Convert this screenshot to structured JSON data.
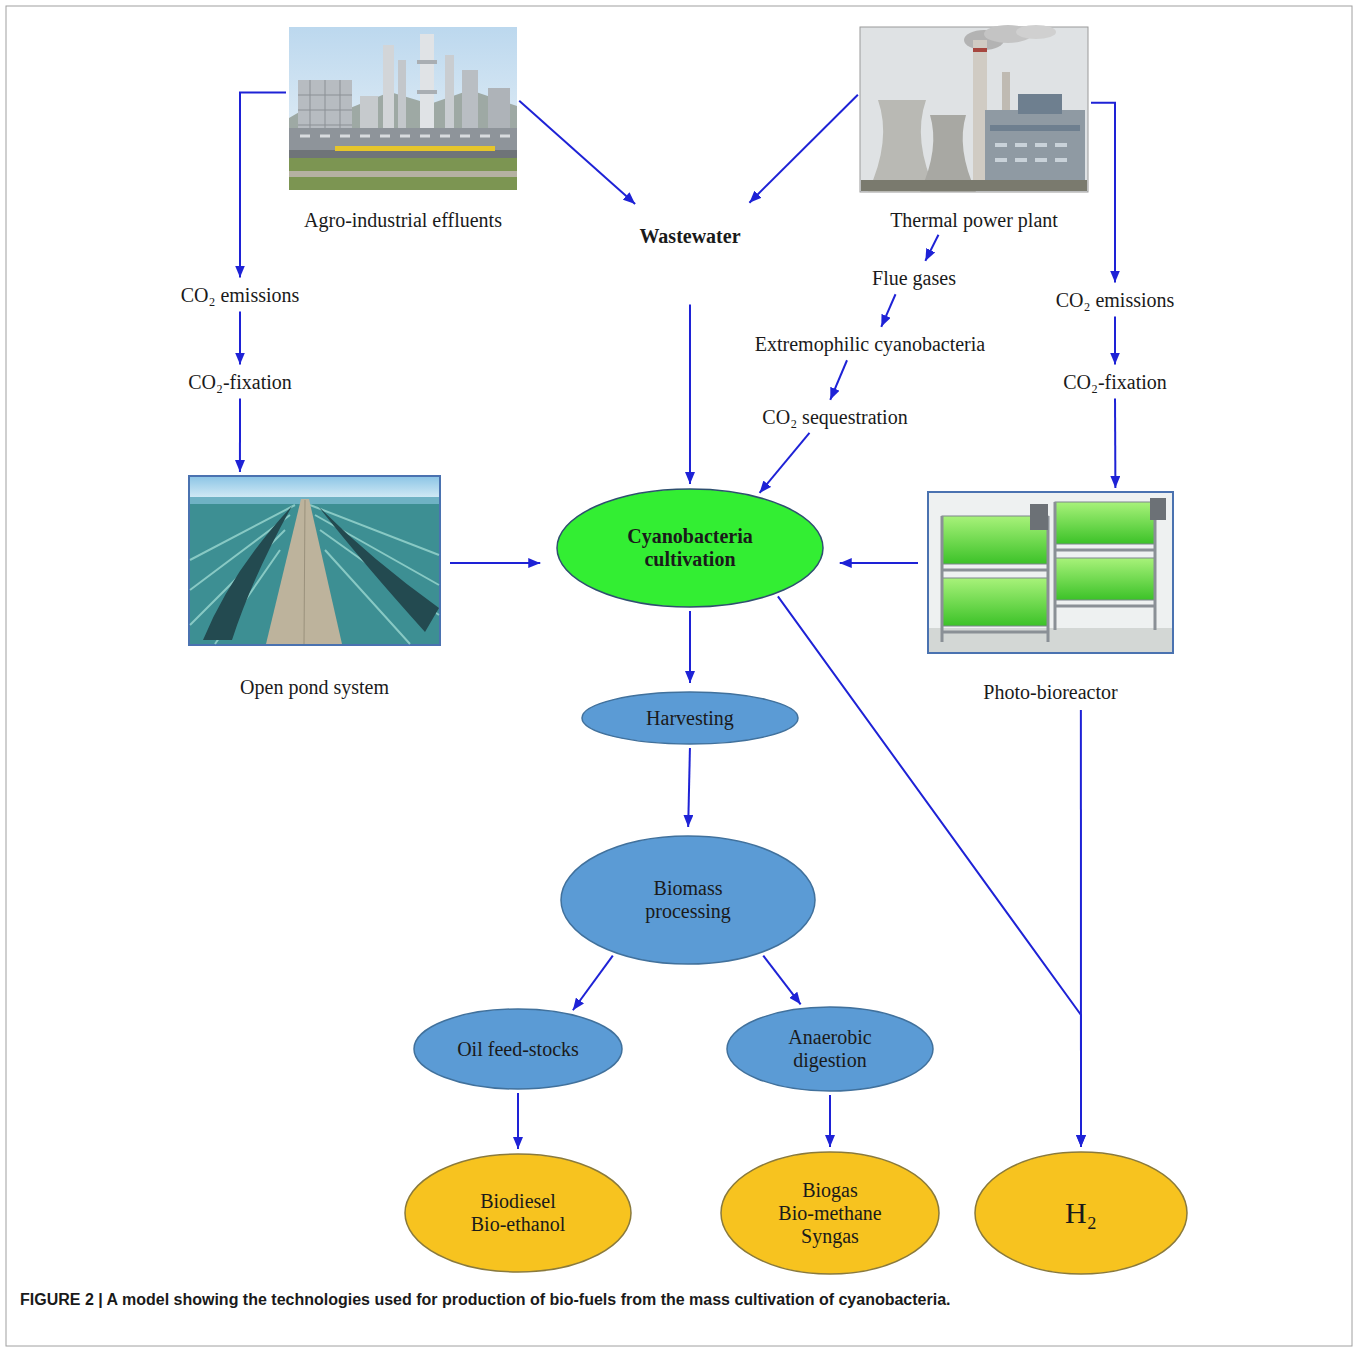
{
  "diagram": {
    "caption": "FIGURE 2 | A model showing the technologies used for production of bio-fuels from the mass cultivation of cyanobacteria.",
    "nodes": [
      {
        "text": [
          "Agro-industrial effluents"
        ]
      },
      {
        "text": [
          "Wastewater"
        ]
      },
      {
        "text": [
          "Thermal power plant"
        ]
      },
      {
        "text": [
          "CO₂ emissions"
        ]
      },
      {
        "text": [
          "Flue gases"
        ]
      },
      {
        "text": [
          "CO₂ emissions"
        ]
      },
      {
        "text": [
          "Extremophilic cyanobacteria"
        ]
      },
      {
        "text": [
          "CO₂-fixation"
        ]
      },
      {
        "text": [
          "CO₂ sequestration"
        ]
      },
      {
        "text": [
          "CO₂-fixation"
        ]
      },
      {
        "text": [
          "Open pond system"
        ]
      },
      {
        "text": [
          "Cyanobacteria cultivation"
        ]
      },
      {
        "text": [
          "Photo-bioreactor"
        ]
      },
      {
        "text": [
          "Harvesting"
        ]
      },
      {
        "text": [
          "Biomass processing"
        ]
      },
      {
        "text": [
          "Oil feed-stocks"
        ]
      },
      {
        "text": [
          "Anaerobic digestion"
        ]
      },
      {
        "text": [
          "Biodiesel",
          "Bio-ethanol"
        ]
      },
      {
        "text": [
          "Biogas",
          "Bio-methane",
          "Syngas"
        ]
      },
      {
        "text": [
          "H₂"
        ]
      }
    ],
    "edges": [
      {
        "from": 0,
        "to": 1,
        "arrow": "to"
      },
      {
        "from": 2,
        "to": 1,
        "arrow": "to"
      },
      {
        "from": 0,
        "to": 3,
        "arrow": "to"
      },
      {
        "from": 2,
        "to": 4,
        "arrow": "to"
      },
      {
        "from": 2,
        "to": 5,
        "arrow": "to"
      },
      {
        "from": 3,
        "to": 7,
        "arrow": "to"
      },
      {
        "from": 4,
        "to": 6,
        "arrow": "to"
      },
      {
        "from": 5,
        "to": 9,
        "arrow": "to"
      },
      {
        "from": 6,
        "to": 8,
        "arrow": "to"
      },
      {
        "from": 7,
        "to": 10,
        "arrow": "to"
      },
      {
        "from": 8,
        "to": 11,
        "arrow": "to"
      },
      {
        "from": 9,
        "to": 12,
        "arrow": "to"
      },
      {
        "from": 1,
        "to": 11,
        "arrow": "to"
      },
      {
        "from": 10,
        "to": 11,
        "arrow": "to"
      },
      {
        "from": 12,
        "to": 11,
        "arrow": "to"
      },
      {
        "from": 11,
        "to": 13,
        "arrow": "to"
      },
      {
        "from": 13,
        "to": 14,
        "arrow": "to"
      },
      {
        "from": 14,
        "to": 15,
        "arrow": "to"
      },
      {
        "from": 14,
        "to": 16,
        "arrow": "to"
      },
      {
        "from": 15,
        "to": 17,
        "arrow": "to"
      },
      {
        "from": 16,
        "to": 18,
        "arrow": "to"
      },
      {
        "from": 11,
        "to": 19,
        "arrow": "to"
      },
      {
        "from": 12,
        "to": 19,
        "arrow": "to"
      }
    ]
  }
}
